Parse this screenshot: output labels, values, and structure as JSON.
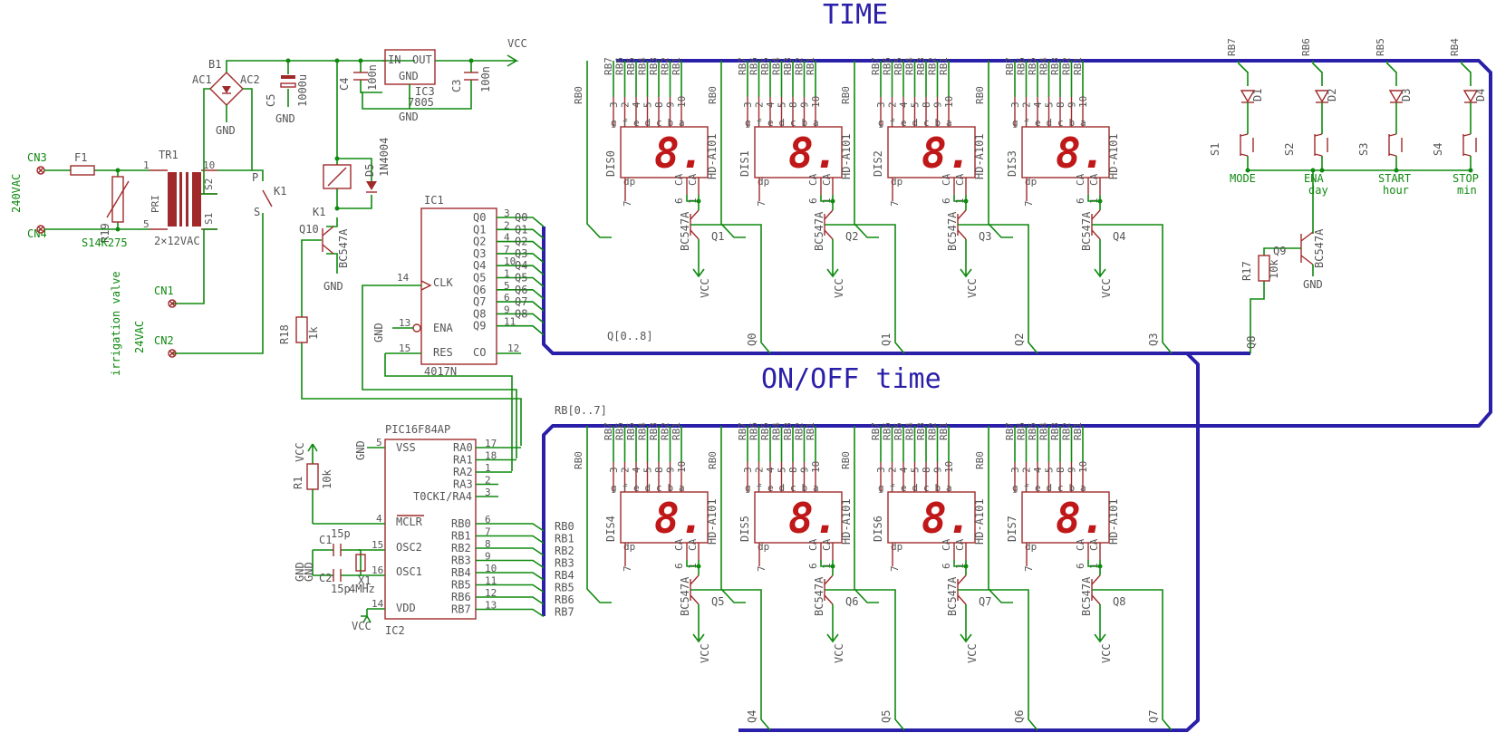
{
  "titles": {
    "time": "TIME",
    "onoff": "ON/OFF time"
  },
  "power": {
    "cn3": "CN3",
    "cn4": "CN4",
    "v240": "240VAC",
    "f1": "F1",
    "r19": "R19",
    "varistor": "S14K275",
    "tr1": "TR1",
    "tr_sec": "2×12VAC",
    "pri": "PRI",
    "s1": "S1",
    "s2": "S2",
    "b1": "B1",
    "ac1": "AC1",
    "ac2": "AC2",
    "c5": "C5",
    "c5v": "1000u",
    "c4": "C4",
    "c4v": "100n",
    "c3": "C3",
    "c3v": "100n",
    "ic3": "IC3",
    "ic3v": "7805",
    "in": "IN",
    "out": "OUT",
    "gnd": "GND",
    "vcc": "VCC",
    "k1": "K1",
    "d5": "D5",
    "d5v": "1N4004",
    "valve": "irrigation valve",
    "v24": "24VAC",
    "cn1": "CN1",
    "cn2": "CN2",
    "relay_p": "P",
    "relay_s": "S",
    "pin10": "10",
    "pin5": "5",
    "pin1": "1"
  },
  "counter": {
    "name": "IC1",
    "part": "4017N",
    "clk": "CLK",
    "ena": "ENA",
    "res": "RES",
    "co": "CO",
    "outs": [
      "Q0",
      "Q1",
      "Q2",
      "Q3",
      "Q4",
      "Q5",
      "Q6",
      "Q7",
      "Q8",
      "Q9"
    ],
    "pins": [
      "3",
      "2",
      "4",
      "7",
      "10",
      "1",
      "5",
      "6",
      "9",
      "11"
    ],
    "pin_clk": "14",
    "pin_ena": "13",
    "pin_res": "15",
    "pin_co": "12",
    "bus_labels": [
      "Q0",
      "Q1",
      "Q2",
      "Q3",
      "Q4",
      "Q5",
      "Q6",
      "Q7",
      "Q8"
    ]
  },
  "driver": {
    "q10": "Q10",
    "bc": "BC547A",
    "r18": "R18",
    "r18v": "1k"
  },
  "mcu": {
    "name": "IC2",
    "part": "PIC16F84AP",
    "vss": "VSS",
    "vdd": "VDD",
    "mclr": "MCLR",
    "osc1": "OSC1",
    "osc2": "OSC2",
    "ra": [
      "RA0",
      "RA1",
      "RA2",
      "RA3",
      "T0CKI/RA4"
    ],
    "ra_pins": [
      "17",
      "18",
      "1",
      "2",
      "3"
    ],
    "rb": [
      "RB0",
      "RB1",
      "RB2",
      "RB3",
      "RB4",
      "RB5",
      "RB6",
      "RB7"
    ],
    "rb_pins": [
      "6",
      "7",
      "8",
      "9",
      "10",
      "11",
      "12",
      "13"
    ],
    "pin_vss": "5",
    "pin_mclr": "4",
    "pin_osc2": "15",
    "pin_osc1": "16",
    "pin_vdd": "14",
    "r1": "R1",
    "r1v": "10k",
    "c1": "C1",
    "c1v": "15p",
    "c2": "C2",
    "c2v": "15p",
    "x1": "X1",
    "x1v": "4MHz"
  },
  "display": {
    "part": "HD-A101",
    "digit": "8.",
    "bc": "BC547A",
    "vcc": "VCC",
    "pins": [
      "RB7",
      "RB6",
      "RB5",
      "RB4",
      "RB3",
      "RB2",
      "RB1"
    ],
    "rb0": "RB0",
    "seg_letters": [
      "g",
      "f",
      "e",
      "d",
      "c",
      "b",
      "a"
    ],
    "seg_pins": [
      "3",
      "2",
      "4",
      "5",
      "8",
      "9",
      "10"
    ],
    "dp": "dp",
    "ca": "CA",
    "pin7": "7",
    "pin6": "6",
    "pin1": "1",
    "names": [
      "DIS0",
      "DIS1",
      "DIS2",
      "DIS3",
      "DIS4",
      "DIS5",
      "DIS6",
      "DIS7"
    ],
    "transistors": [
      "Q1",
      "Q2",
      "Q3",
      "Q4",
      "Q5",
      "Q6",
      "Q7",
      "Q8"
    ],
    "drive": [
      "Q0",
      "Q1",
      "Q2",
      "Q3",
      "Q4",
      "Q5",
      "Q6",
      "Q7"
    ],
    "bus_q": "Q[0..8]",
    "bus_rb": "RB[0..7]"
  },
  "keys": {
    "rb": [
      "RB7",
      "RB6",
      "RB5",
      "RB4"
    ],
    "diodes": [
      "D1",
      "D2",
      "D3",
      "D4"
    ],
    "switches": [
      "S1",
      "S2",
      "S3",
      "S4"
    ],
    "labels1": [
      "MODE",
      "ENA",
      "START",
      "STOP"
    ],
    "labels2": [
      "",
      "day",
      "hour",
      "min"
    ],
    "q9": "Q9",
    "bc": "BC547A",
    "r17": "R17",
    "r17v": "10k",
    "gnd": "GND",
    "q8": "Q8"
  }
}
